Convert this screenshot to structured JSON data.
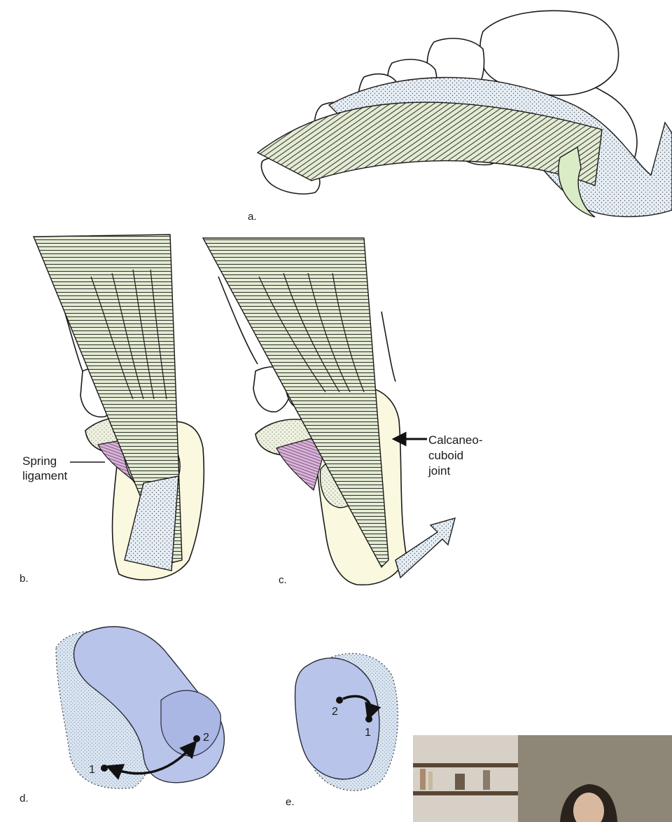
{
  "panels": {
    "a": {
      "label": "a."
    },
    "b": {
      "label": "b.",
      "callout": [
        "Spring",
        "ligament"
      ]
    },
    "c": {
      "label": "c.",
      "callout": [
        "Calcaneo-",
        "cuboid",
        "joint"
      ]
    },
    "d": {
      "label": "d.",
      "point_start": "1",
      "point_end": "2"
    },
    "e": {
      "label": "e.",
      "point_start": "1",
      "point_end": "2"
    }
  },
  "colors": {
    "outline": "#1a1a1a",
    "muscle_fill": "#e3ebd3",
    "bone_fill": "#fbf8e0",
    "bone_fill_stipple": "#eef2df",
    "ligament_fill": "#d9b6d9",
    "tendon_fill": "#e6eef6",
    "talus_blue": "#b9c4ea",
    "talus_light": "#d9e5f0",
    "sling_green": "#d9ecc6"
  },
  "webcam": {
    "icon": "presenter-video-feed"
  }
}
